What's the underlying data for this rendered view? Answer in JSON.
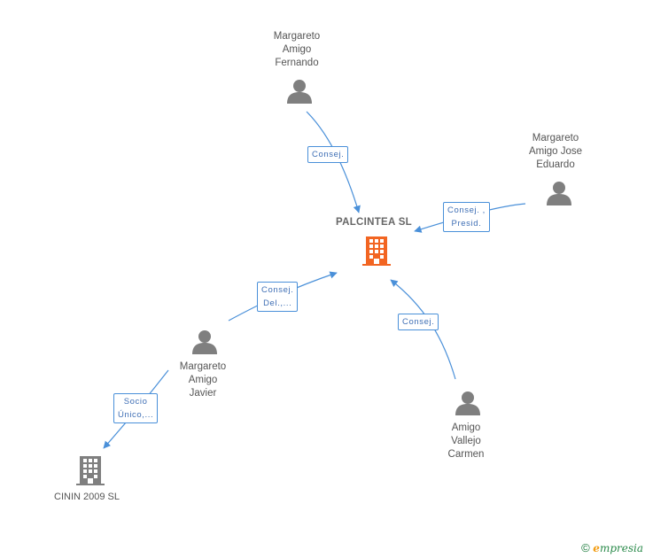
{
  "center": {
    "name": "PALCINTEA SL",
    "color": "#f26522"
  },
  "persons": [
    {
      "id": "fernando",
      "lines": [
        "Margareto",
        "Amigo",
        "Fernando"
      ]
    },
    {
      "id": "jose-eduardo",
      "lines": [
        "Margareto",
        "Amigo Jose",
        "Eduardo"
      ]
    },
    {
      "id": "javier",
      "lines": [
        "Margareto",
        "Amigo",
        "Javier"
      ]
    },
    {
      "id": "carmen",
      "lines": [
        "Amigo",
        "Vallejo",
        "Carmen"
      ]
    }
  ],
  "companies": [
    {
      "id": "cinin",
      "name": "CININ 2009 SL"
    }
  ],
  "edges": [
    {
      "id": "fernando-center",
      "lines": [
        "Consej."
      ]
    },
    {
      "id": "jose-center",
      "lines": [
        "Consej. ,",
        "Presid."
      ]
    },
    {
      "id": "javier-center",
      "lines": [
        "Consej.",
        "Del.,..."
      ]
    },
    {
      "id": "carmen-center",
      "lines": [
        "Consej."
      ]
    },
    {
      "id": "javier-cinin",
      "lines": [
        "Socio",
        "Único,..."
      ]
    }
  ],
  "colors": {
    "edge": "#4a90d9",
    "person": "#7f7f7f",
    "company": "#7f7f7f"
  },
  "footer": {
    "copyright": "©",
    "brand_initial": "e",
    "brand_rest": "mpresia"
  }
}
